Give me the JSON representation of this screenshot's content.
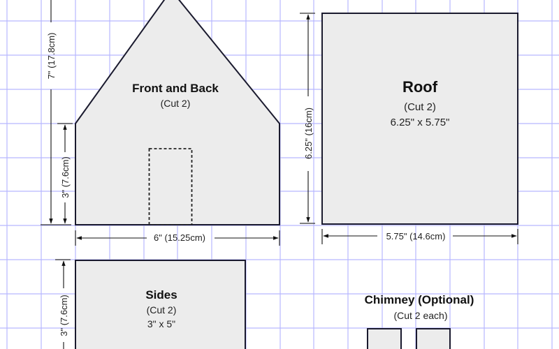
{
  "pieces": {
    "front_back": {
      "title": "Front and Back",
      "cut": "(Cut 2)",
      "height_total": "7\" (17.8cm)",
      "wall_height": "3\" (7.6cm)",
      "width": "6\" (15.25cm)"
    },
    "roof": {
      "title": "Roof",
      "cut": "(Cut 2)",
      "size": "6.25\" x 5.75\"",
      "height": "6.25\" (16cm)",
      "width": "5.75\" (14.6cm)"
    },
    "sides": {
      "title": "Sides",
      "cut": "(Cut 2)",
      "size": "3\" x 5\"",
      "height": "3\" (7.6cm)"
    },
    "chimney": {
      "title": "Chimney (Optional)",
      "cut": "(Cut 2 each)"
    }
  },
  "colors": {
    "grid": "#b8b8ff",
    "piece_fill": "#ececec",
    "outline": "#1a1a2e"
  }
}
